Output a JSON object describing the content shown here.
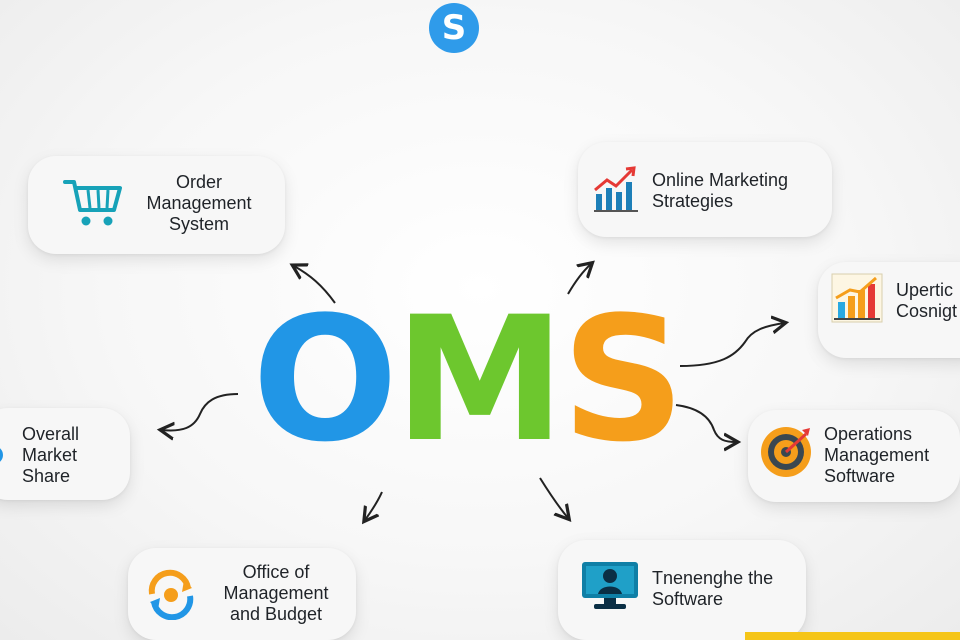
{
  "logo": {
    "letter": "S",
    "color": "#2f9bea"
  },
  "center": {
    "letters": [
      "O",
      "M",
      "S"
    ],
    "colors": [
      "#2196e6",
      "#6dc72e",
      "#f59e1b"
    ]
  },
  "nodes": [
    {
      "id": "order",
      "lines": [
        "Order",
        "Management",
        "System"
      ],
      "icon": "shopping-cart-icon"
    },
    {
      "id": "online",
      "lines": [
        "Online Marketing",
        "Strategies"
      ],
      "icon": "bar-chart-trend-icon"
    },
    {
      "id": "upertic",
      "lines": [
        "Upertic",
        "Cosnigt"
      ],
      "icon": "growth-chart-icon"
    },
    {
      "id": "operations",
      "lines": [
        "Operations",
        "Management",
        "Software"
      ],
      "icon": "target-icon"
    },
    {
      "id": "software",
      "lines": [
        "Tnenenghe the",
        "Software"
      ],
      "icon": "computer-user-icon"
    },
    {
      "id": "office",
      "lines": [
        "Office of",
        "Management",
        "and Budget"
      ],
      "icon": "circular-arrows-icon"
    },
    {
      "id": "market",
      "lines": [
        "Overall",
        "Market",
        "Share"
      ],
      "icon": "pie-icon"
    }
  ]
}
